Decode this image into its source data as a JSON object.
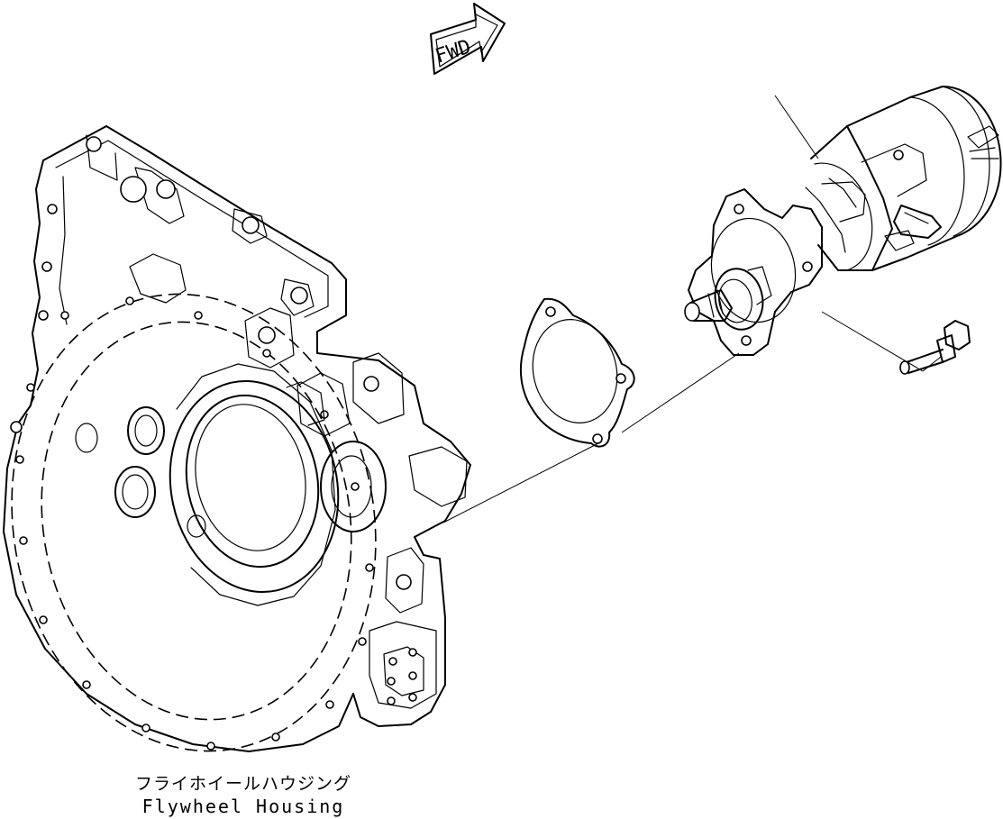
{
  "direction_indicator": {
    "label": "FWD"
  },
  "caption": {
    "japanese": "フライホイールハウジング",
    "english": "Flywheel Housing"
  }
}
